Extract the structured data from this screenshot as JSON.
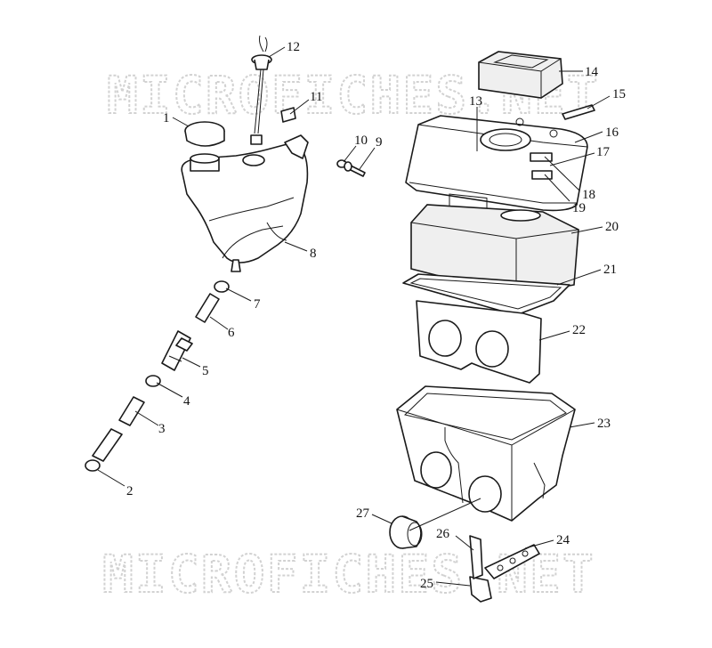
{
  "watermark_text": "MICROFICHES.NET",
  "callouts": [
    "1",
    "2",
    "3",
    "4",
    "5",
    "6",
    "7",
    "8",
    "9",
    "10",
    "11",
    "12",
    "13",
    "14",
    "15",
    "16",
    "17",
    "18",
    "19",
    "20",
    "21",
    "22",
    "23",
    "24",
    "25",
    "26",
    "27"
  ]
}
